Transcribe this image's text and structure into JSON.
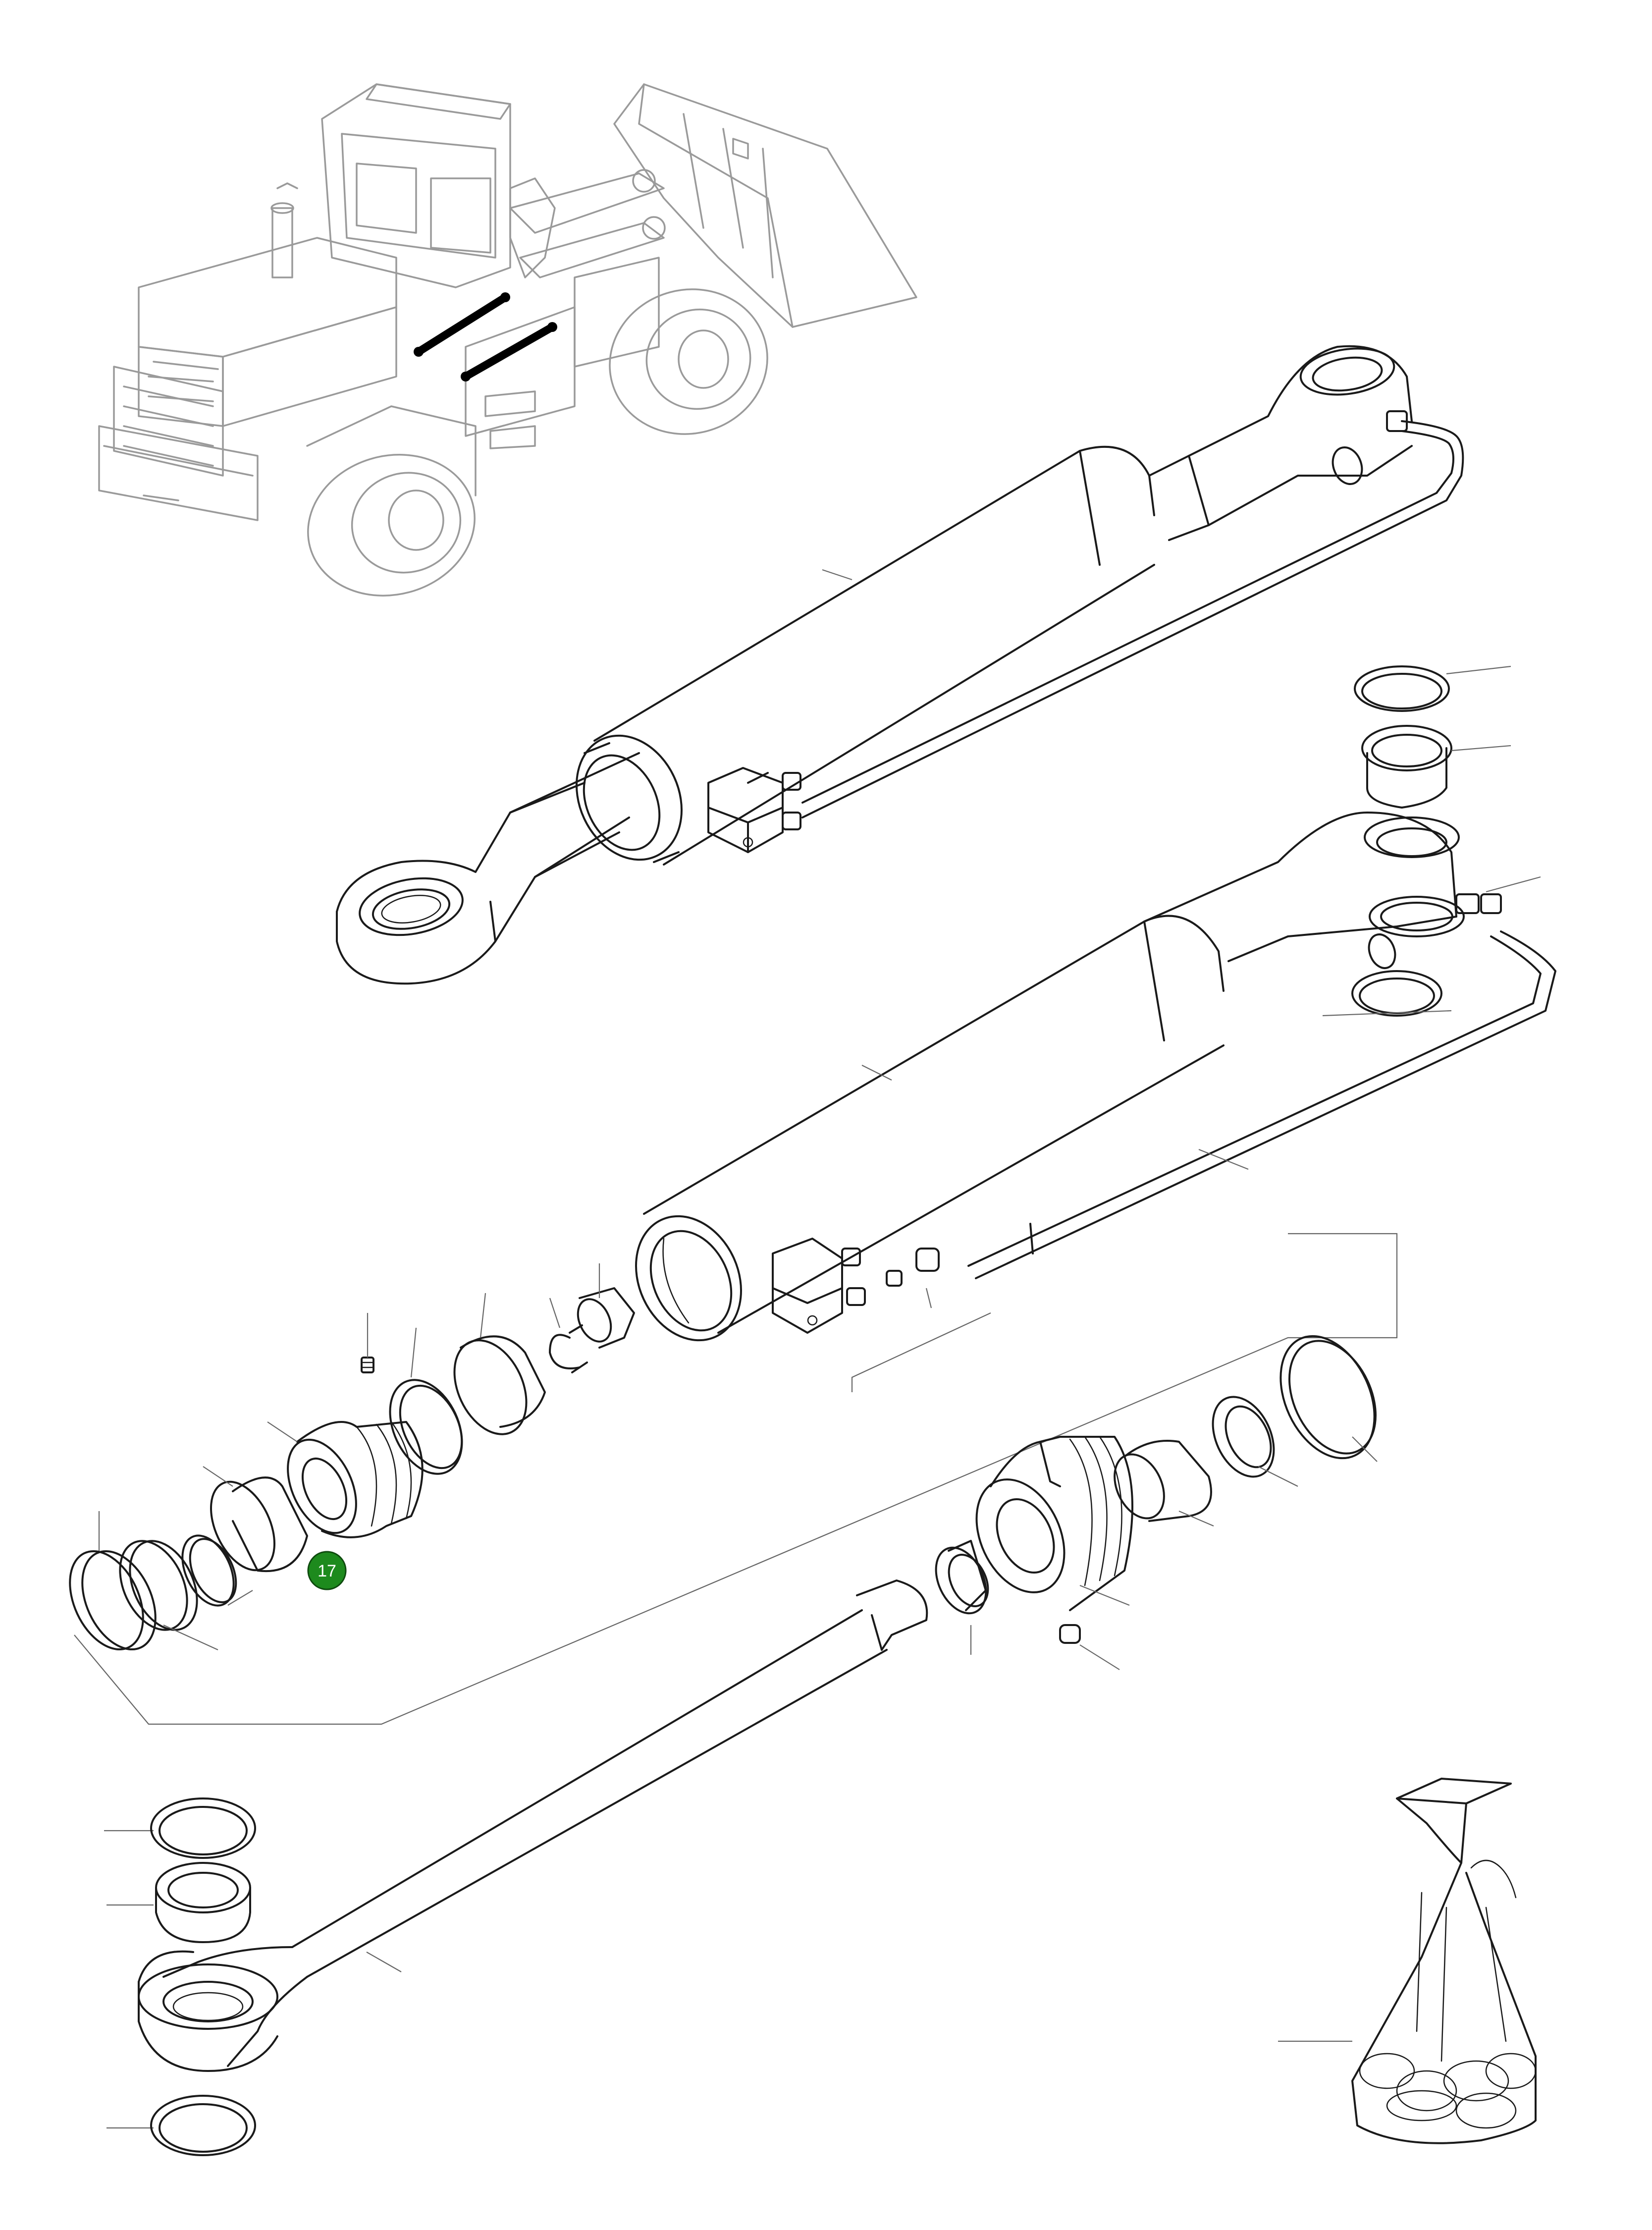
{
  "diagram": {
    "highlight_color": "#000000",
    "badge_color": "#1d8a1d",
    "line_color": "#1a1a1a",
    "machine_color": "#9a9a9a"
  },
  "callouts": [
    {
      "id": "ref-17",
      "label": "17",
      "icon": "green-circle-badge"
    }
  ],
  "components": [
    {
      "name": "wheel-loader-overview"
    },
    {
      "name": "lift-cylinder-assembled"
    },
    {
      "name": "cylinder-tube-with-pipe"
    },
    {
      "name": "piston-rod"
    },
    {
      "name": "piston-seal-kit"
    },
    {
      "name": "cylinder-head-with-seals"
    },
    {
      "name": "spherical-bearings-and-snap-rings"
    },
    {
      "name": "seal-kit-bag"
    }
  ]
}
